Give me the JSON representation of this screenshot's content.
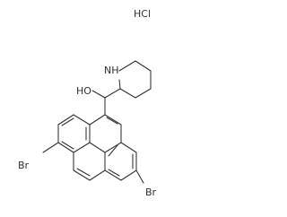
{
  "salt_label": "HCl",
  "atom_labels": {
    "amine": "NH",
    "hydroxyl": "HO",
    "bromine_left": "Br",
    "bromine_right": "Br"
  }
}
